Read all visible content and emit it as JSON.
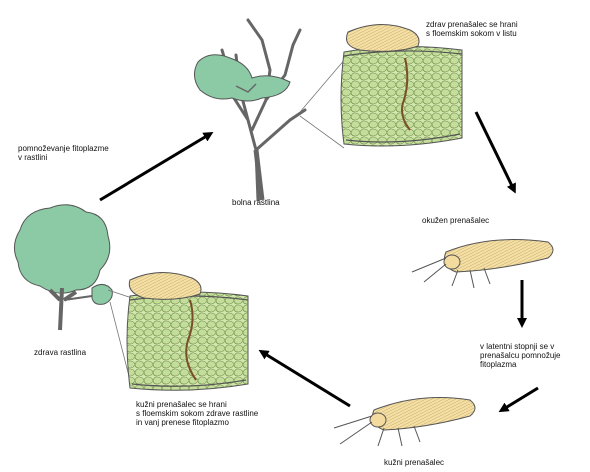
{
  "diagram": {
    "labels": {
      "healthy_vector_feeds": "zdrav prenašalec se hrani\ns floemskim sokom v listu",
      "phytoplasma_multiplies_in_plant": "pomnoževanje fitoplazme\nv rastlini",
      "diseased_plant": "bolna rastlina",
      "infected_vector": "okužen prenašalec",
      "healthy_plant": "zdrava rastlina",
      "latent_stage": "v latentni stopnji se v\nprenašalcu pomnožuje\nfitoplazma",
      "infectious_vector_feeds": "kužni prenašalec se hrani\ns floemskim sokom zdrave rastline\nin vanj prenese fitoplazmo",
      "infectious_vector": "kužni prenašalec"
    },
    "colors": {
      "healthy_foliage": "#8ccaa6",
      "leaf_tissue": "#cfe3a8",
      "insect_body": "#f3dba0",
      "outline": "#555555",
      "arrow": "#000000"
    }
  }
}
